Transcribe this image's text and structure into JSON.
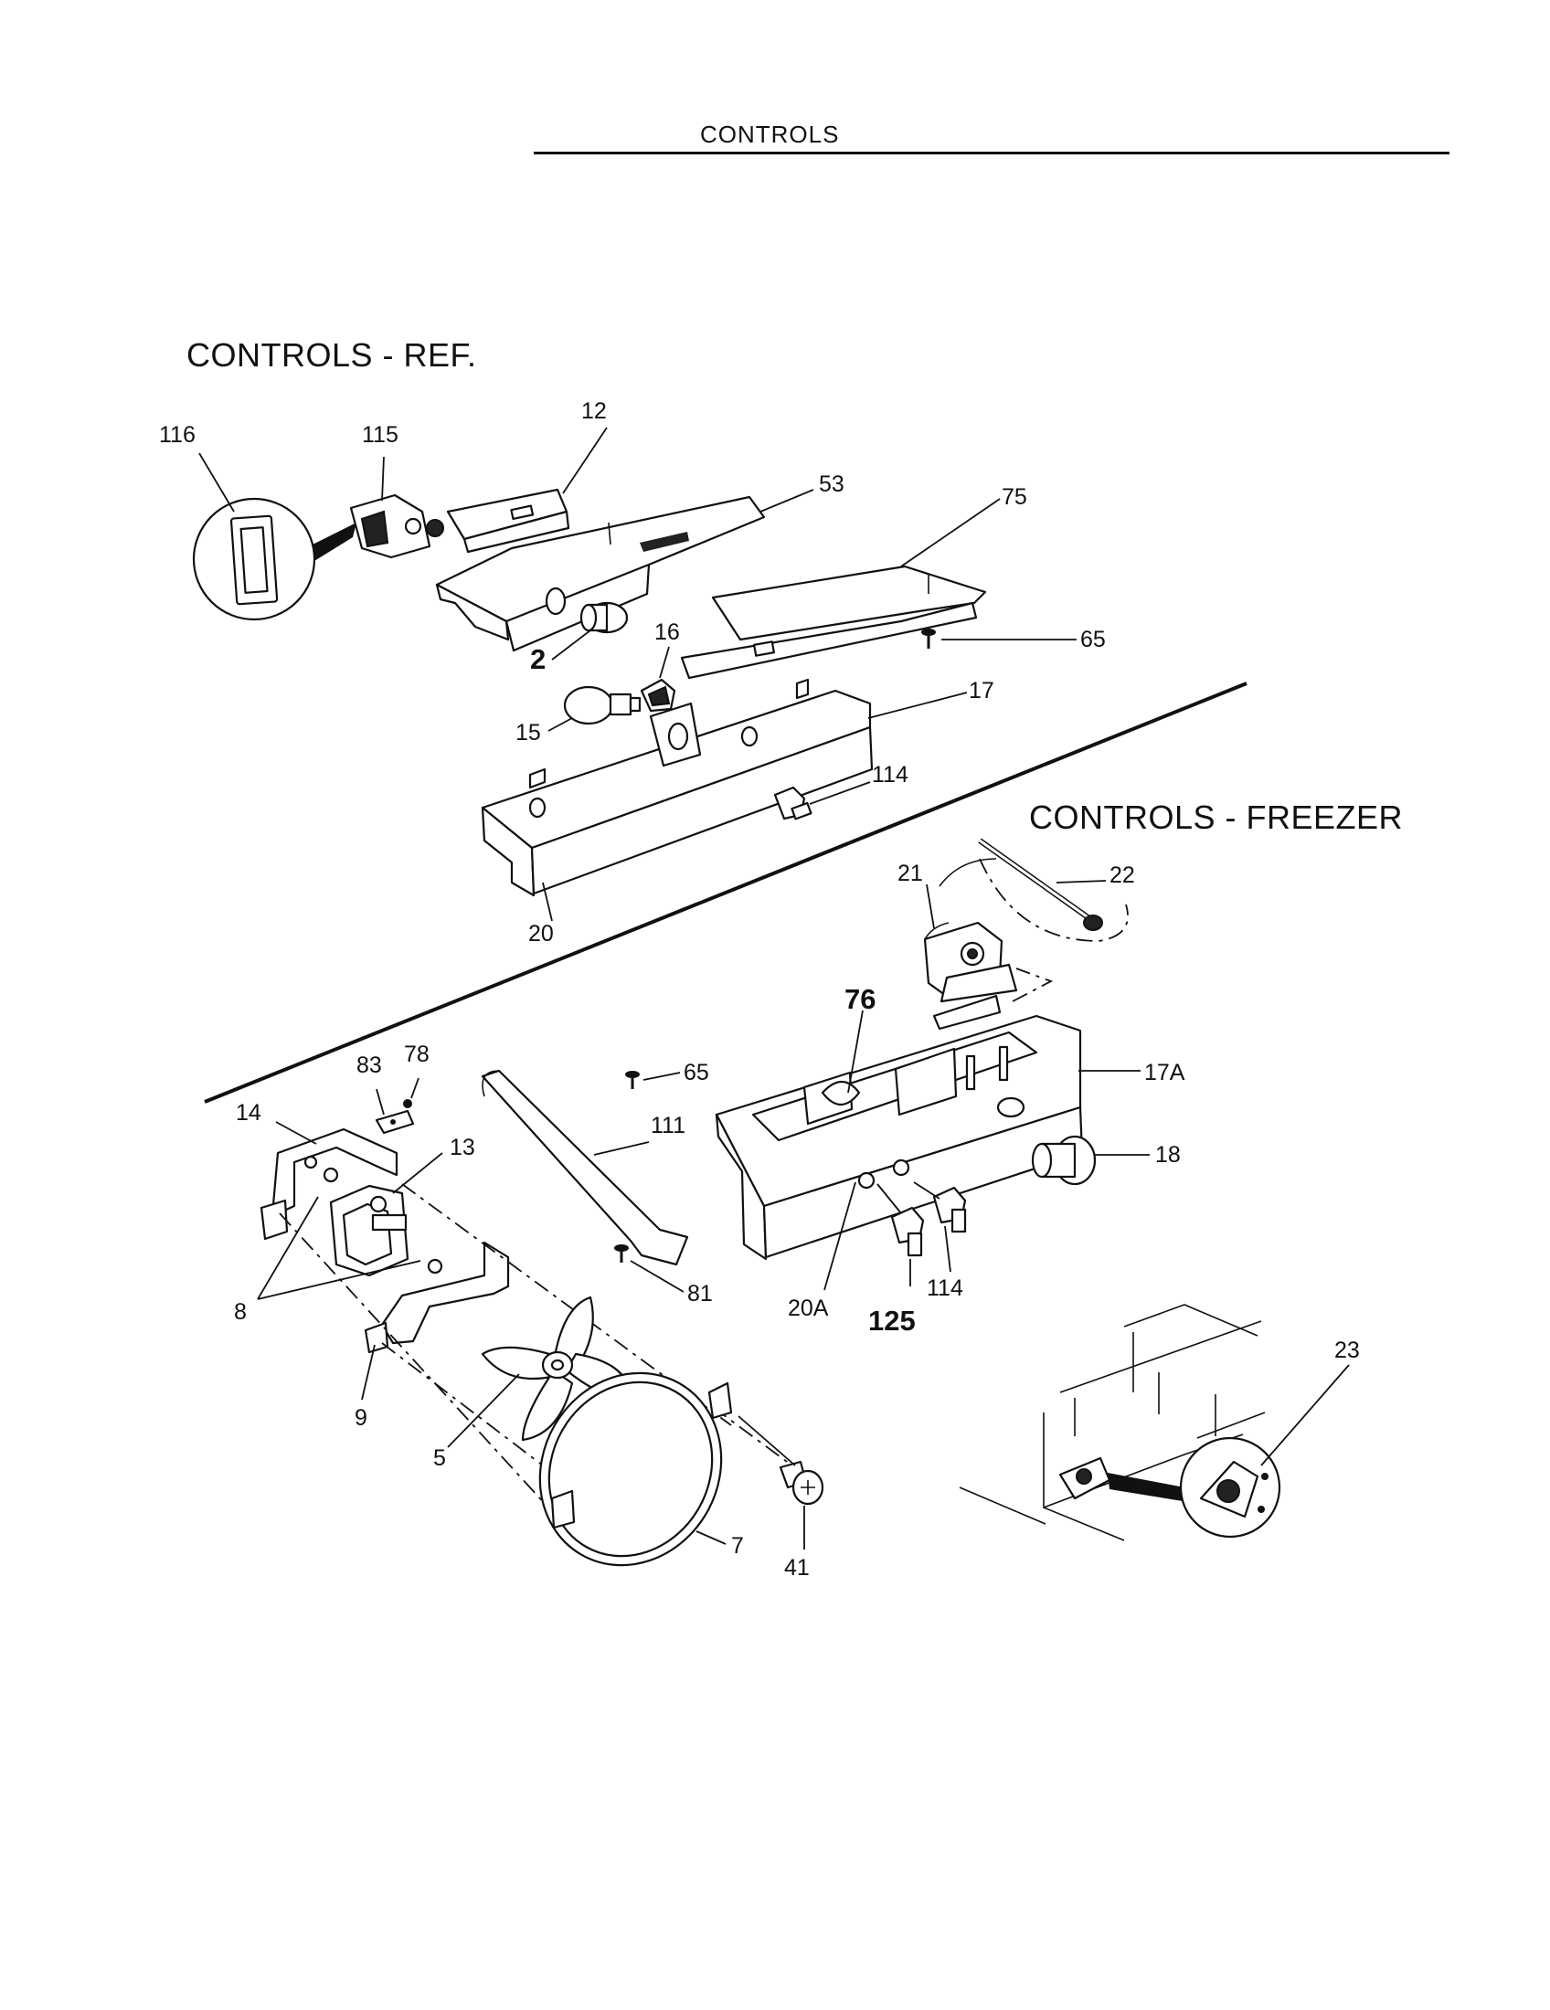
{
  "header": {
    "title": "CONTROLS"
  },
  "sections": {
    "ref": "CONTROLS - REF.",
    "freezer": "CONTROLS - FREEZER"
  },
  "callouts": {
    "c116": "116",
    "c115": "115",
    "c12": "12",
    "c53": "53",
    "c75": "75",
    "c65a": "65",
    "c2": "2",
    "c16": "16",
    "c15": "15",
    "c17": "17",
    "c114a": "114",
    "c20": "20",
    "c21": "21",
    "c22": "22",
    "c76": "76",
    "c65b": "65",
    "c17A": "17A",
    "c83": "83",
    "c78": "78",
    "c14": "14",
    "c13": "13",
    "c111": "111",
    "c18": "18",
    "c81": "81",
    "c8": "8",
    "c20A": "20A",
    "c114b": "114",
    "c125": "125",
    "c9": "9",
    "c5": "5",
    "c23": "23",
    "c7": "7",
    "c41": "41"
  }
}
